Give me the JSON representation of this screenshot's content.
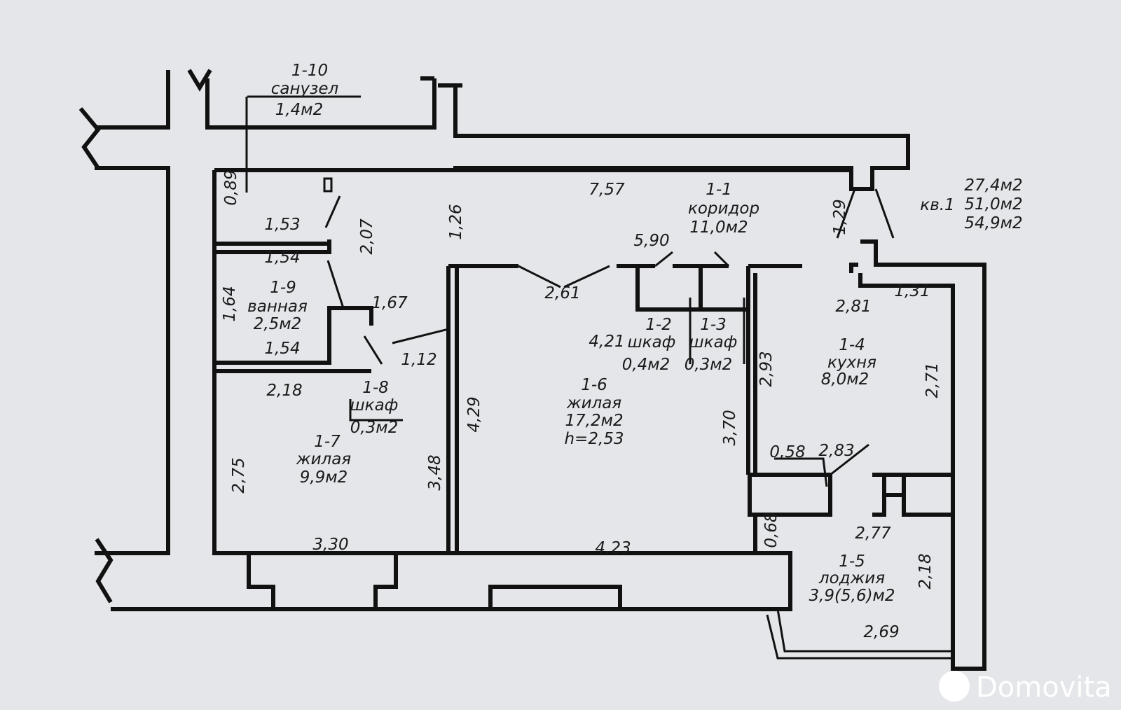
{
  "rooms": {
    "r1_10": {
      "id": "1-10",
      "name": "санузел",
      "area": "1,4м2"
    },
    "r1_1": {
      "id": "1-1",
      "name": "коридор",
      "area": "11,0м2"
    },
    "r1_9": {
      "id": "1-9",
      "name": "ванная",
      "area": "2,5м2"
    },
    "r1_2": {
      "id": "1-2",
      "name": "шкаф",
      "area": "0,4м2"
    },
    "r1_3": {
      "id": "1-3",
      "name": "шкаф",
      "area": "0,3м2"
    },
    "r1_4": {
      "id": "1-4",
      "name": "кухня",
      "area": "8,0м2"
    },
    "r1_8": {
      "id": "1-8",
      "name": "шкаф",
      "area": "0,3м2"
    },
    "r1_6": {
      "id": "1-6",
      "name": "жилая",
      "area": "17,2м2",
      "height": "h=2,53"
    },
    "r1_7": {
      "id": "1-7",
      "name": "жилая",
      "area": "9,9м2"
    },
    "r1_5": {
      "id": "1-5",
      "name": "лоджия",
      "area": "3,9(5,6)м2"
    }
  },
  "summary": {
    "apartment": "кв.1",
    "living_area": "27,4м2",
    "area": "51,0м2",
    "total_area": "54,9м2"
  },
  "dimensions": {
    "h": [
      "7,57",
      "1,53",
      "1,54",
      "5,90",
      "2,61",
      "1,67",
      "2,81",
      "1,31",
      "4,21",
      "1,54",
      "1,12",
      "2,18",
      "0,58",
      "2,83",
      "3,30",
      "4,23",
      "2,77",
      "2,69"
    ],
    "v": [
      "0,89",
      "2,07",
      "1,26",
      "1,29",
      "1,64",
      "2,93",
      "2,71",
      "4,29",
      "3,70",
      "2,75",
      "3,48",
      "0,68",
      "2,18"
    ]
  },
  "watermark": "Domovita"
}
